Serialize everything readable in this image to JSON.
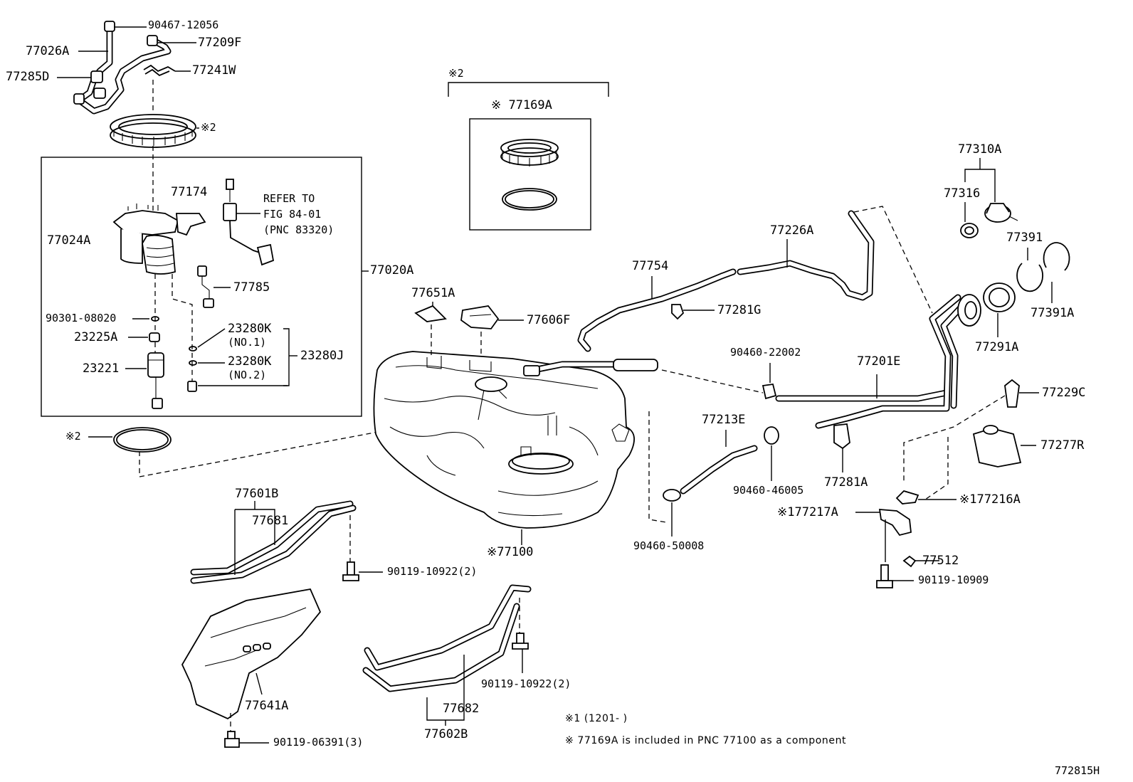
{
  "figure_code": "772815H",
  "notes": {
    "note1": "※1 (1201-      )",
    "note2": "※ 77169A is included in PNC 77100 as a component"
  },
  "refer": {
    "line1": "REFER TO",
    "line2": "FIG 84-01",
    "line3": "(PNC 83320)"
  },
  "labels": {
    "p90467_12056": "90467-12056",
    "p77026A": "77026A",
    "p77209F": "77209F",
    "p77285D": "77285D",
    "p77241W": "77241W",
    "mark_top_ring": "※2",
    "p77174": "77174",
    "p77024A": "77024A",
    "p77020A": "77020A",
    "p77785": "77785",
    "p90301_08020": "90301-08020",
    "p23225A": "23225A",
    "p23280K_1": "23280K",
    "no1": "(NO.1)",
    "p23280K_2": "23280K",
    "no2": "(NO.2)",
    "p23280J": "23280J",
    "p23221": "23221",
    "mark_gasket": "※2",
    "mark_bracket": "※2",
    "p77169A": "※ 77169A",
    "p77651A": "77651A",
    "p77606F": "77606F",
    "p77754": "77754",
    "p77226A": "77226A",
    "p77281G": "77281G",
    "p77310A": "77310A",
    "p77316": "77316",
    "p77391": "77391",
    "p77391A": "77391A",
    "p77291A": "77291A",
    "p90460_22002": "90460-22002",
    "p77201E": "77201E",
    "p77229C": "77229C",
    "p77213E": "77213E",
    "p77277R": "77277R",
    "p90460_46005": "90460-46005",
    "p77281A": "77281A",
    "p77216A": "※177216A",
    "p77217A": "※177217A",
    "p90460_50008": "90460-50008",
    "p77512": "77512",
    "p90119_10909": "90119-10909",
    "p77601B": "77601B",
    "p77681": "77681",
    "p77100": "※77100",
    "p90119_10922a": "90119-10922(2)",
    "p77641A": "77641A",
    "p90119_06391": "90119-06391(3)",
    "p90119_10922b": "90119-10922(2)",
    "p77682": "77682",
    "p77602B": "77602B"
  }
}
